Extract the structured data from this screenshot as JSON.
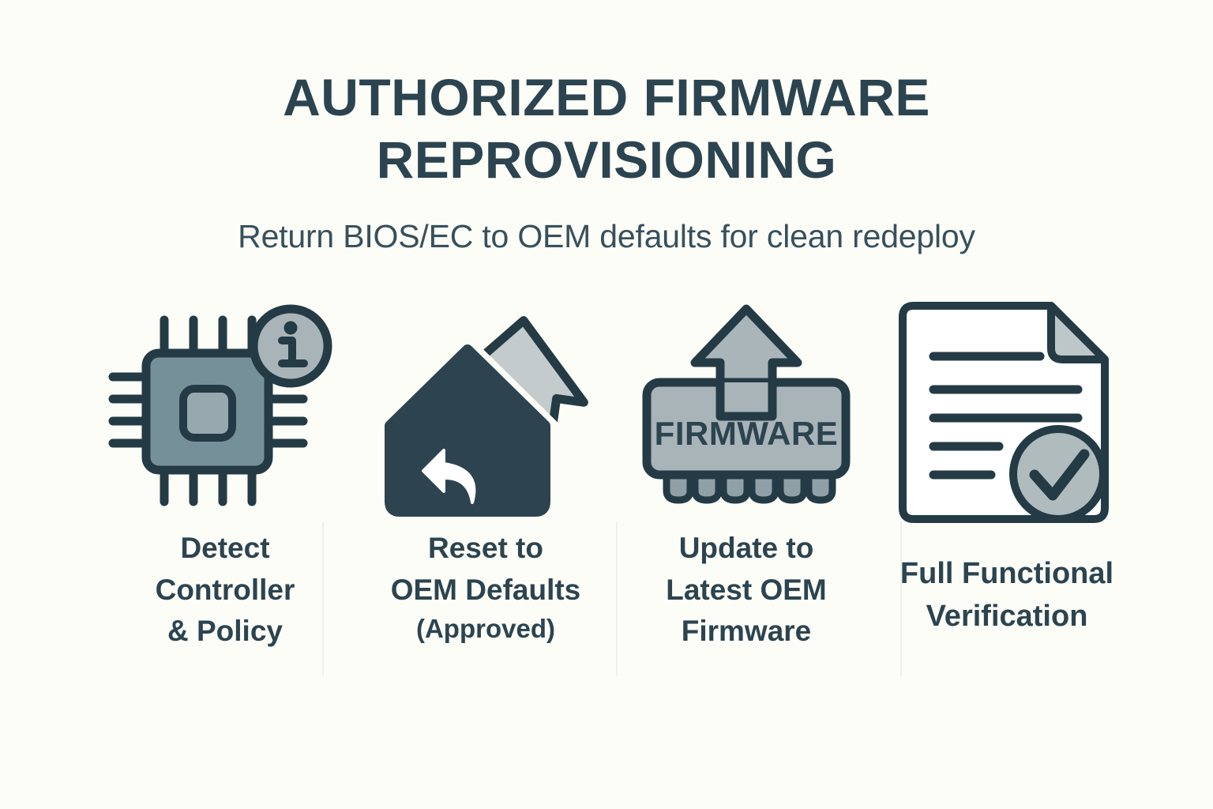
{
  "header": {
    "title": "AUTHORIZED FIRMWARE REPROVISIONING",
    "subtitle": "Return BIOS/EC to OEM defaults for clean redeploy"
  },
  "colors": {
    "background": "#fdfdf7",
    "ink": "#2c4450",
    "ink_soft": "#37505c",
    "gray_mid": "#76909a",
    "gray_light": "#a8b4b8",
    "gray_pale": "#c3cbcd",
    "white": "#ffffff"
  },
  "steps": [
    {
      "icon": "chip-info-icon",
      "label": "Detect\nController\n& Policy",
      "label_lines": [
        "Detect",
        "Controller",
        "& Policy"
      ]
    },
    {
      "icon": "house-reset-arrow-icon",
      "label": "Reset to\nOEM Defaults",
      "label_lines": [
        "Reset to",
        "OEM Defaults"
      ],
      "sub_label": "(Approved)"
    },
    {
      "icon": "firmware-chip-upload-icon",
      "label": "Update to\nLatest OEM\nFirmware",
      "label_lines": [
        "Update to",
        "Latest OEM",
        "Firmware"
      ],
      "icon_text": "FIRMWARE"
    },
    {
      "icon": "document-check-icon",
      "label": "Full Functional\nVerification",
      "label_lines": [
        "Full Functional",
        "Verification"
      ]
    }
  ]
}
